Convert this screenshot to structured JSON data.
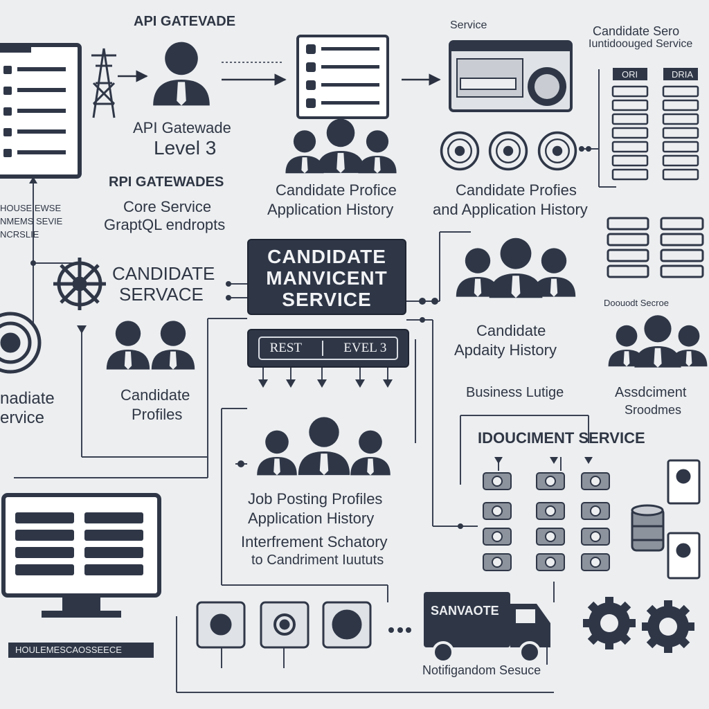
{
  "labels": {
    "top_api_gateway": "API GATEVADE",
    "api_gateway_level": "API Gatewade",
    "level_3": "Level 3",
    "rpi_gatewades": "RPI GATEWADES",
    "core_service": "Core Service",
    "graphql_endpoints": "GraptQL endropts",
    "candidate_service_1": "CANDIDATE",
    "candidate_service_2": "SERVACE",
    "left_edge_service_1": "nadiate",
    "left_edge_service_2": "ervice",
    "candidate_profiles_1": "Candidate",
    "candidate_profiles_2": "Profiles",
    "candidate_profice_1": "Candidate Profice",
    "candidate_profice_2": "Application History",
    "candidate_profiles_app_1": "Candidate Profies",
    "candidate_profiles_app_2": "and Application History",
    "top_service": "Service",
    "candidate_service_top_1": "Candidate Sero",
    "candidate_service_top_2": "Iuntidoouged Service",
    "db_header_left": "ORI",
    "db_header_right": "DRIA",
    "document_service_small": "Doouodt Secroe",
    "candidate_history_1": "Candidate",
    "candidate_history_2": "Apdaity History",
    "business_logic": "Business Lutige",
    "assessment_1": "Assdciment",
    "assessment_2": "Sroodmes",
    "document_service": "IDOUCIMENT SERVICE",
    "job_posting_1": "Job Posting Profiles",
    "job_posting_2": "Application History",
    "job_posting_3": "Interfrement Schatory",
    "job_posting_4": "to Candriment Iuututs",
    "truck_label": "SANVAOTE",
    "notification_service": "Notifigandom Sesuce",
    "left_small_1": "HOUSE EWSE",
    "left_small_2": "NMEMS SEVIE",
    "left_small_3": "NCRSLIE",
    "monitor_caption": "HOULEMESCAOSSEECE"
  },
  "cms": {
    "line1": "CANDIDATE",
    "line2": "MANVICENT",
    "line3": "SERVICE",
    "rest": "REST",
    "level": "EVEL 3"
  },
  "colors": {
    "dark": "#2f3747",
    "line": "#3a4152",
    "background": "#eceef0"
  },
  "icons": [
    "clipboard-icon",
    "power-tower-icon",
    "person-icon",
    "group-icon",
    "checklist-icon",
    "server-window-icon",
    "gear-icon",
    "database-icon",
    "monitor-icon",
    "truck-icon",
    "target-icon",
    "document-icon"
  ]
}
